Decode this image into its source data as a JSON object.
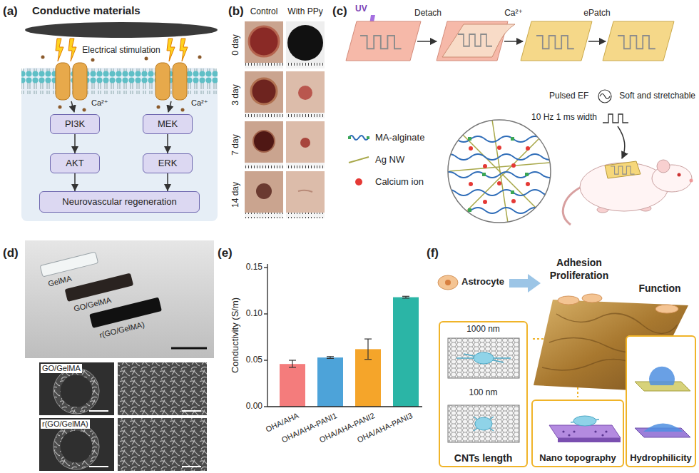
{
  "diagram": {
    "nodes": [
      {
        "text": [
          "PI3K"
        ]
      },
      {
        "text": [
          "MEK"
        ]
      },
      {
        "text": [
          "AKT"
        ]
      },
      {
        "text": [
          "ERK"
        ]
      },
      {
        "text": [
          "Neurovascular regeneration"
        ]
      },
      {
        "text": [
          "1000 nm",
          "100 nm",
          "CNTs length"
        ]
      },
      {
        "text": [
          "Nano topography"
        ]
      },
      {
        "text": [
          "Hydrophilicity"
        ]
      }
    ],
    "edges": [
      {
        "from": 0,
        "to": 2,
        "arrow": "to"
      },
      {
        "from": 1,
        "to": 3,
        "arrow": "to"
      },
      {
        "from": 2,
        "to": 4,
        "arrow": "to"
      },
      {
        "from": 3,
        "to": 4,
        "arrow": "to"
      }
    ],
    "labels": [
      "(a)",
      "Conductive materials",
      "Electrical stimulation",
      "Ca²⁺",
      "Ca²⁺",
      "(b)",
      "Control",
      "With PPy",
      "0 day",
      "3 day",
      "7 day",
      "14 day",
      "(c)",
      "UV",
      "Detach",
      "Ca²⁺",
      "ePatch",
      "Pulsed EF",
      "10 Hz 1 ms width",
      "Soft and stretchable",
      "(d)",
      "GelMA",
      "GO/GelMA",
      "r(GO/GelMA)",
      "GO/GelMA",
      "r(GO/GelMA)",
      "(e)",
      "Conductivity (S/m)",
      "0.00",
      "0.05",
      "0.10",
      "0.15",
      "OHA/AHA",
      "OHA/AHA-PANI1",
      "OHA/AHA-PANI2",
      "OHA/AHA-PANI3",
      "(f)",
      "Astrocyte",
      "Adhesion",
      "Proliferation",
      "Function"
    ],
    "legend": [
      {
        "text": "MA-alginate"
      },
      {
        "text": "Ag NW"
      },
      {
        "text": "Calcium ion",
        "color": "#e53935"
      }
    ]
  }
}
